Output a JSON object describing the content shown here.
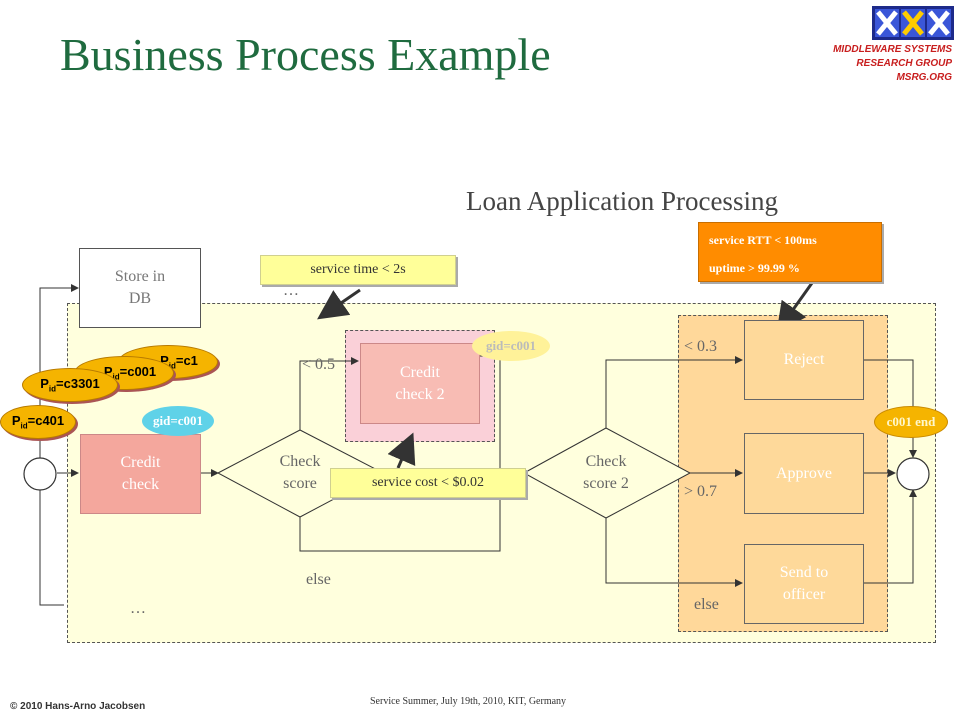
{
  "slide": {
    "title": "Business Process Example",
    "subtitle": "Loan Application Processing",
    "logo_lines": [
      "MIDDLEWARE SYSTEMS",
      "RESEARCH GROUP",
      "MSRG.ORG"
    ],
    "footer_left": "© 2010 Hans-Arno Jacobsen",
    "footer_center": "Service Summer, July 19th, 2010, KIT, Germany"
  },
  "diagram": {
    "nodes": {
      "store_db": "Store in DB",
      "credit_check": "Credit check",
      "check_score": "Check score",
      "credit_check_2": "Credit check 2",
      "check_score_2": "Check score 2",
      "reject": "Reject",
      "approve": "Approve",
      "send_officer": "Send to officer"
    },
    "edge_labels": {
      "lt_05": "< 0.5",
      "else_1": "else",
      "lt_03": "< 0.3",
      "gt_07": "> 0.7",
      "else_2": "else",
      "ellipsis_top": "…",
      "ellipsis_bottom": "…"
    },
    "notes": {
      "service_time": "service time < 2s",
      "service_cost": "service cost < $0.02",
      "service_rtt": "service RTT < 100ms",
      "uptime": "uptime > 99.99 %"
    },
    "tags": {
      "gid_credit_check": "gid=c001",
      "gid_credit_check_2": "gid=c001",
      "c001_end": "c001 end"
    },
    "process_ids": [
      {
        "sub": "id",
        "value": "=c1"
      },
      {
        "sub": "id",
        "value": "=c001"
      },
      {
        "sub": "id",
        "value": "=c3301"
      },
      {
        "sub": "id",
        "value": "=c401"
      }
    ],
    "pid_prefix": "P",
    "colors": {
      "region": "#ffffdd",
      "right_region": "#ffd89a",
      "credit_box": "#f4a79d",
      "credit2_box": "#f8bcb4",
      "credit2_outer": "#fad0d8",
      "outcome_box": "#fed99a",
      "pid_orange": "#f5b400",
      "gid_cyan": "#5fd2e8",
      "gid_yellow": "#fff299",
      "rtt_orange": "#ff8c00"
    }
  }
}
